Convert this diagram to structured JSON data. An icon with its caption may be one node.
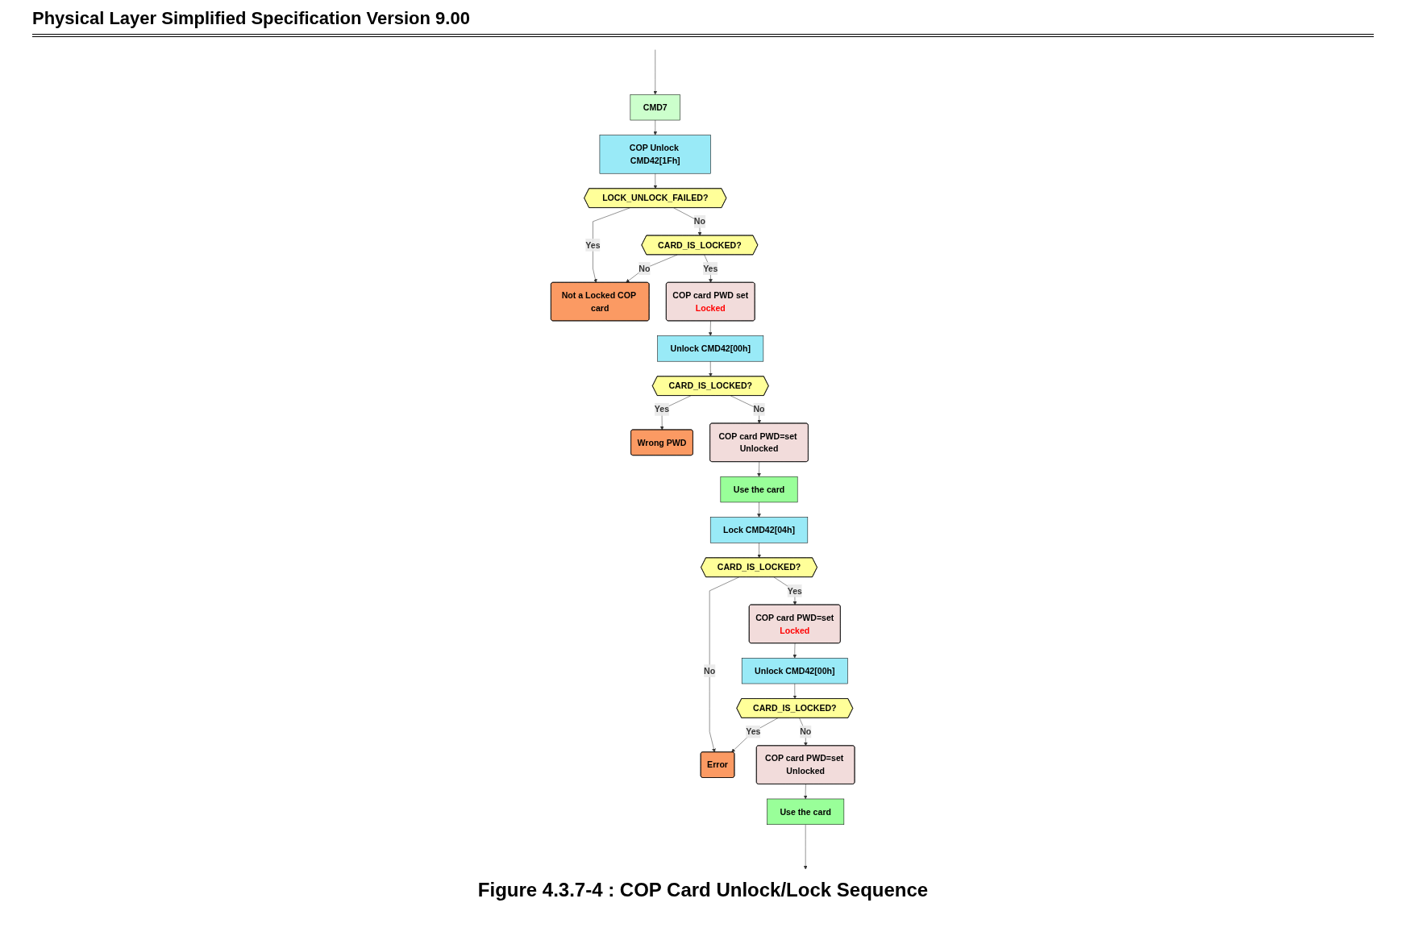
{
  "diagram": {
    "title": "Physical Layer Simplified Specification Version 9.00",
    "caption": "Figure 4.3.7-4 : COP Card Unlock/Lock Sequence",
    "nodes": [
      {
        "text": [
          "CMD7"
        ]
      },
      {
        "text": [
          "COP Unlock CMD42[1Fh]"
        ]
      },
      {
        "text": [
          "Not a Locked COP card"
        ]
      },
      {
        "text": [
          "LOCK_UNLOCK_FAILED?"
        ]
      },
      {
        "text": [
          "CARD_IS_LOCKED?"
        ]
      },
      {
        "text": [
          "COP card PWD set",
          "Locked"
        ]
      },
      {
        "text": [
          "Wrong PWD"
        ]
      },
      {
        "text": [
          "Unlock CMD42[00h]"
        ]
      },
      {
        "text": [
          "CARD_IS_LOCKED?"
        ]
      },
      {
        "text": [
          "COP card PWD=set Unlocked"
        ]
      },
      {
        "text": [
          "Use the card"
        ]
      },
      {
        "text": [
          "Lock CMD42[04h]"
        ]
      },
      {
        "text": [
          "CARD_IS_LOCKED?"
        ]
      },
      {
        "text": [
          "COP card PWD=set",
          "Locked"
        ]
      },
      {
        "text": [
          "Error"
        ]
      },
      {
        "text": [
          "Unlock CMD42[00h]"
        ]
      },
      {
        "text": [
          "CARD_IS_LOCKED?"
        ]
      },
      {
        "text": [
          "COP card PWD=set Unlocked"
        ]
      },
      {
        "text": [
          "Use the card"
        ]
      }
    ],
    "edges": [
      {
        "from": null,
        "to": 0,
        "arrow": "to"
      },
      {
        "from": 0,
        "to": 1,
        "arrow": "to"
      },
      {
        "from": 1,
        "to": 3,
        "arrow": "to"
      },
      {
        "from": 3,
        "to": 2,
        "arrow": "to",
        "label": "Yes"
      },
      {
        "from": 3,
        "to": 4,
        "arrow": "to",
        "label": "No"
      },
      {
        "from": 4,
        "to": 2,
        "arrow": "to",
        "label": "No"
      },
      {
        "from": 4,
        "to": 5,
        "arrow": "to",
        "label": "Yes"
      },
      {
        "from": 5,
        "to": 7,
        "arrow": "to"
      },
      {
        "from": 7,
        "to": 8,
        "arrow": "to"
      },
      {
        "from": 8,
        "to": 6,
        "arrow": "to",
        "label": "Yes"
      },
      {
        "from": 8,
        "to": 9,
        "arrow": "to",
        "label": "No"
      },
      {
        "from": 9,
        "to": 10,
        "arrow": "to"
      },
      {
        "from": 10,
        "to": 11,
        "arrow": "to"
      },
      {
        "from": 11,
        "to": 12,
        "arrow": "to"
      },
      {
        "from": 12,
        "to": 14,
        "arrow": "to",
        "label": "No"
      },
      {
        "from": 12,
        "to": 13,
        "arrow": "to",
        "label": "Yes"
      },
      {
        "from": 13,
        "to": 15,
        "arrow": "to"
      },
      {
        "from": 15,
        "to": 16,
        "arrow": "to"
      },
      {
        "from": 16,
        "to": 14,
        "arrow": "to",
        "label": "Yes"
      },
      {
        "from": 16,
        "to": 17,
        "arrow": "to",
        "label": "No"
      },
      {
        "from": 17,
        "to": 18,
        "arrow": "to"
      },
      {
        "from": 18,
        "to": null,
        "arrow": "to"
      }
    ]
  }
}
